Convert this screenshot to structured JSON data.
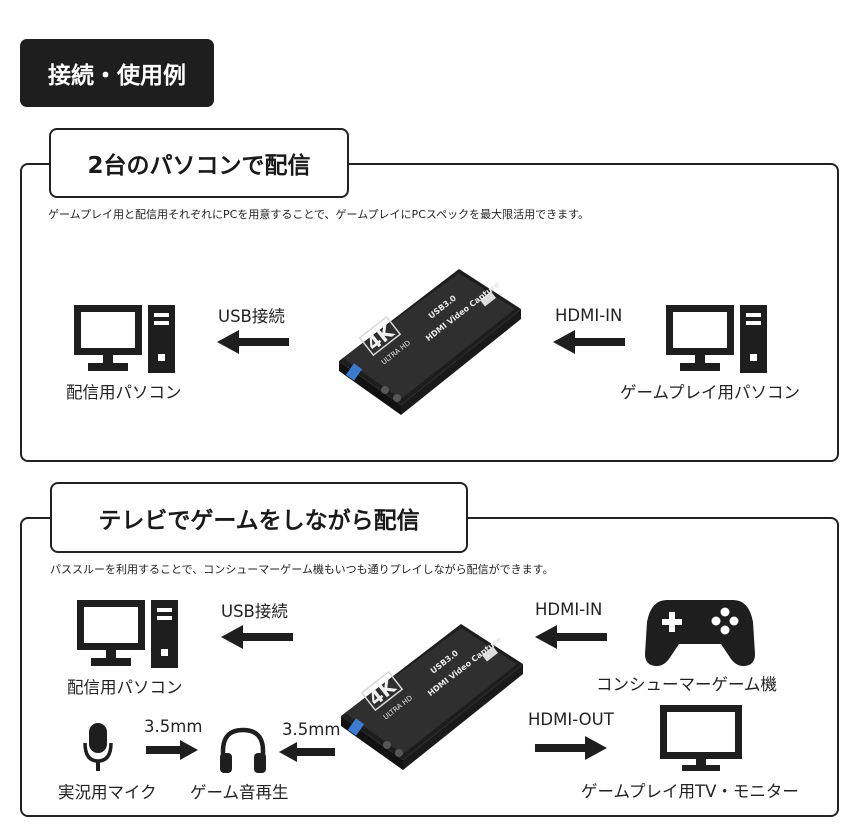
{
  "section_tag": "接続・使用例",
  "panel1": {
    "title": "2台のパソコンで配信",
    "description": "ゲームプレイ用と配信用それぞれにPCを用意することで、ゲームプレイにPCスペックを最大限活用できます。",
    "usb_label": "USB接続",
    "hdmi_in_label": "HDMI-IN",
    "left_pc_label": "配信用パソコン",
    "right_pc_label": "ゲームプレイ用パソコン"
  },
  "panel2": {
    "title": "テレビでゲームをしながら配信",
    "description": "パススルーを利用することで、コンシューマーゲーム機もいつも通りプレイしながら配信ができます。",
    "usb_label": "USB接続",
    "hdmi_in_label": "HDMI-IN",
    "hdmi_out_label": "HDMI-OUT",
    "mic_jack_label": "3.5mm",
    "audio_jack_label": "3.5mm",
    "pc_label": "配信用パソコン",
    "console_label": "コンシューマーゲーム機",
    "mic_label": "実況用マイク",
    "headphone_label": "ゲーム音再生",
    "tv_label": "ゲームプレイ用TV・モニター"
  },
  "device": {
    "badge": "4K",
    "sub_badge": "ULTRA HD",
    "model_line1": "USB3.0",
    "model_line2": "HDMI Video Capture"
  },
  "icons": {
    "pc": "desktop-pc-icon",
    "capture": "capture-device-icon",
    "gamepad": "gamepad-icon",
    "mic": "microphone-icon",
    "headphones": "headphones-icon",
    "tv": "monitor-icon",
    "arrow_left": "arrow-left-icon",
    "arrow_right": "arrow-right-icon"
  },
  "colors": {
    "ink": "#1e1e1e",
    "device_body": "#2a2a2a",
    "device_top": "#3a3a3a",
    "usb_port": "#3d7bd1"
  }
}
